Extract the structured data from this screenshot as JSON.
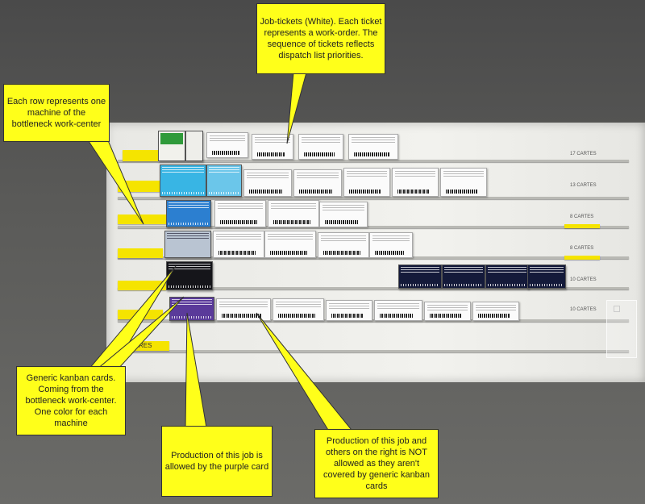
{
  "callouts": {
    "job_tickets": "Job-tickets (White). Each ticket represents a work-order. The sequence of tickets reflects dispatch list priorities.",
    "each_row": "Each row represents one machine of the bottleneck work-center",
    "generic_kanban": "Generic kanban cards. Coming from the bottleneck work-center. One color for each machine",
    "purple_card": "Production of this job is allowed by the purple card",
    "not_allowed": "Production of this job and others on the right is NOT allowed as they aren't covered by generic kanban cards"
  },
  "board": {
    "row_capacities": [
      "17 CARTES",
      "13 CARTES",
      "8 CARTES",
      "8 CARTES",
      "10 CARTES",
      "10 CARTES"
    ],
    "other_label": "AUTRES"
  },
  "colors": {
    "callout": "#ffff1a",
    "board_label": "#f5e400",
    "kanban_green": "#2f9a3a",
    "kanban_cyan": "#38b5e4",
    "kanban_blue": "#2c7fd0",
    "kanban_grey": "#b9c4d2",
    "kanban_black": "#15151a",
    "kanban_purple": "#5a3a9a",
    "kanban_navy": "#141a3a"
  }
}
